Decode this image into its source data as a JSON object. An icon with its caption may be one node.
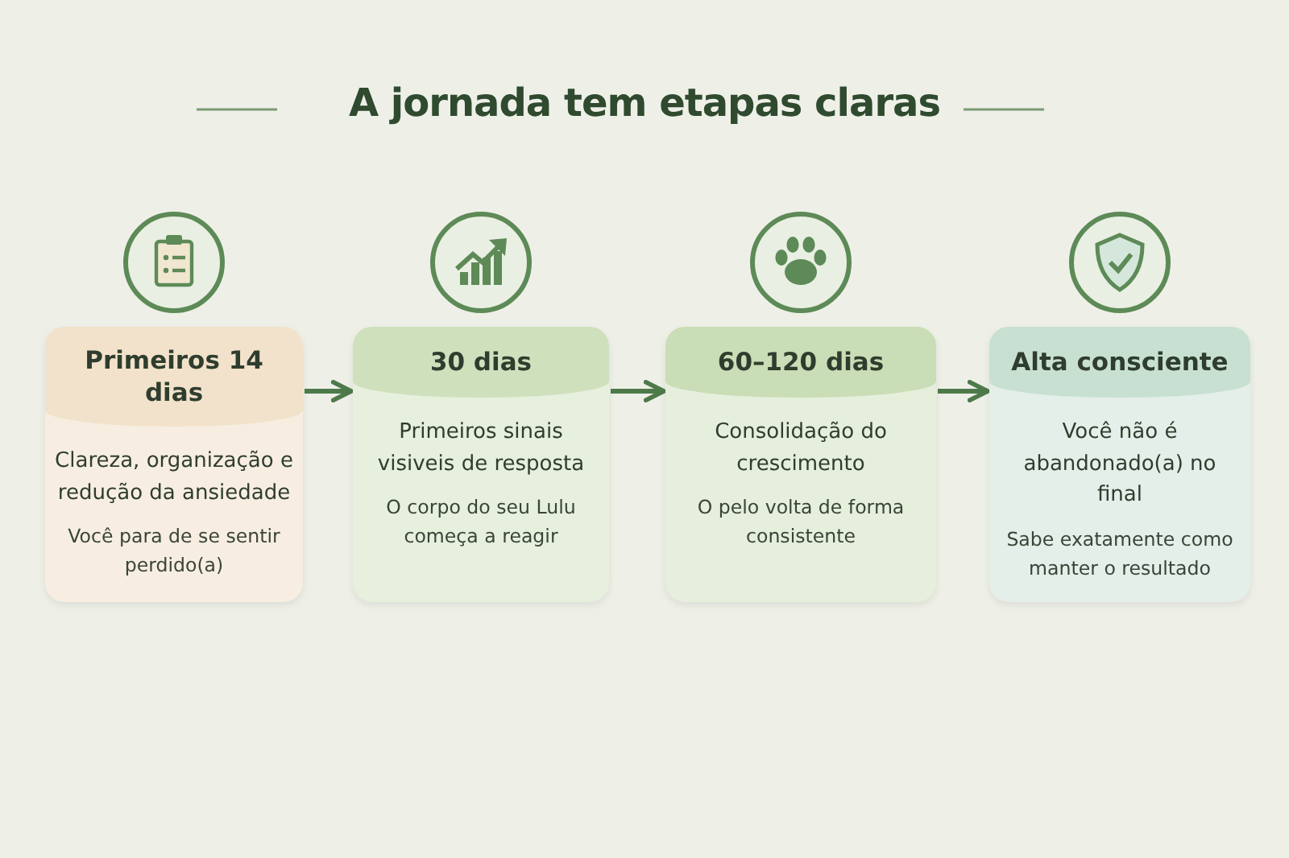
{
  "diagram": {
    "title": "A jornada tem etapas claras",
    "nodes": [
      {
        "text": [
          "Primeiros 14 dias",
          "Clareza, organização e redução da ansiedade",
          "Você para de se sentir perdido(a)"
        ]
      },
      {
        "text": [
          "30 dias",
          "Primeiros sinais visiveis de resposta",
          "O corpo do seu Lulu começa a reagir"
        ]
      },
      {
        "text": [
          "60–120 dias",
          "Consolidação do crescimento",
          "O pelo volta de forma consistente"
        ]
      },
      {
        "text": [
          "Alta consciente",
          "Você não é abandonado(a) no final",
          "Sabe exatamente como manter o resultado"
        ]
      }
    ],
    "edges": [
      {
        "from": 0,
        "to": 1,
        "arrow": "to"
      },
      {
        "from": 1,
        "to": 2,
        "arrow": "to"
      },
      {
        "from": 2,
        "to": 3,
        "arrow": "to"
      }
    ]
  }
}
